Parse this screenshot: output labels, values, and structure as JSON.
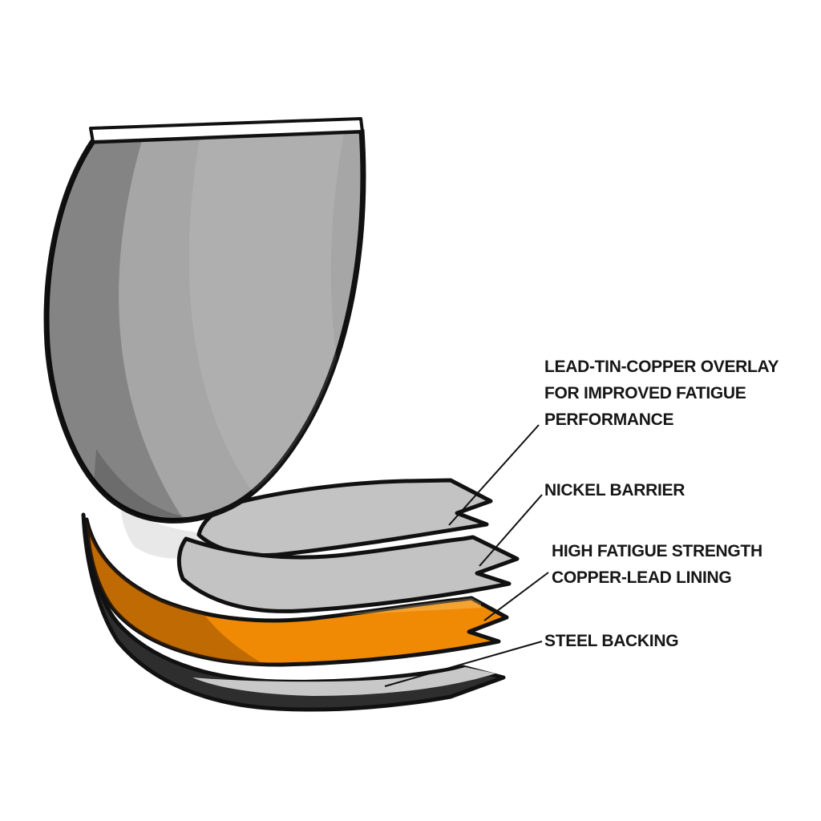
{
  "diagram": {
    "labels": [
      {
        "id": "lead-tin-copper-overlay",
        "lines": [
          "LEAD-TIN-COPPER OVERLAY",
          "FOR IMPROVED FATIGUE",
          "PERFORMANCE"
        ]
      },
      {
        "id": "nickel-barrier",
        "lines": [
          "NICKEL BARRIER"
        ]
      },
      {
        "id": "copper-lead-lining",
        "lines": [
          "HIGH FATIGUE STRENGTH",
          "COPPER-LEAD LINING"
        ]
      },
      {
        "id": "steel-backing",
        "lines": [
          "STEEL BACKING"
        ]
      }
    ],
    "colors": {
      "background": "#ffffff",
      "shell_gray": "#a6a6a6",
      "layer_gray": "#c3c3c3",
      "copper_lead_orange": "#f08a05",
      "steel_dark": "#2e2e2e",
      "steel_face_gray": "#c8c8c8",
      "outline": "#111111",
      "text": "#161616"
    }
  }
}
